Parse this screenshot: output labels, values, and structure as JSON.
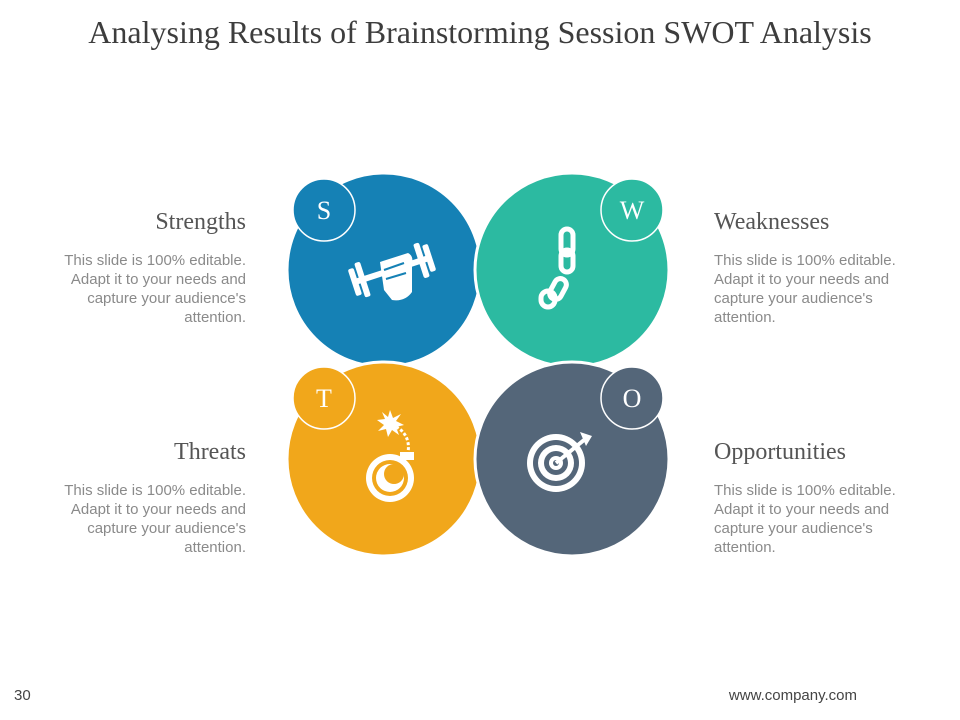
{
  "title": "Analysing Results of Brainstorming Session SWOT Analysis",
  "quadrants": {
    "strengths": {
      "letter": "S",
      "heading": "Strengths",
      "body": "This slide is 100% editable. Adapt it to your needs and capture your audience's attention.",
      "color": "#1581b5",
      "icon": "fist-dumbbell-icon"
    },
    "weaknesses": {
      "letter": "W",
      "heading": "Weaknesses",
      "body": "This slide is 100% editable. Adapt it to your needs and capture your audience's attention.",
      "color": "#2cbaa1",
      "icon": "broken-chain-icon"
    },
    "threats": {
      "letter": "T",
      "heading": "Threats",
      "body": "This slide is 100% editable. Adapt it to your needs and capture your audience's attention.",
      "color": "#f1a71b",
      "icon": "bomb-icon"
    },
    "opportunities": {
      "letter": "O",
      "heading": "Opportunities",
      "body": "This slide is 100% editable. Adapt it to your needs and capture your audience's attention.",
      "color": "#546679",
      "icon": "target-arrow-icon"
    }
  },
  "footer": {
    "page_number": "30",
    "url": "www.company.com"
  }
}
